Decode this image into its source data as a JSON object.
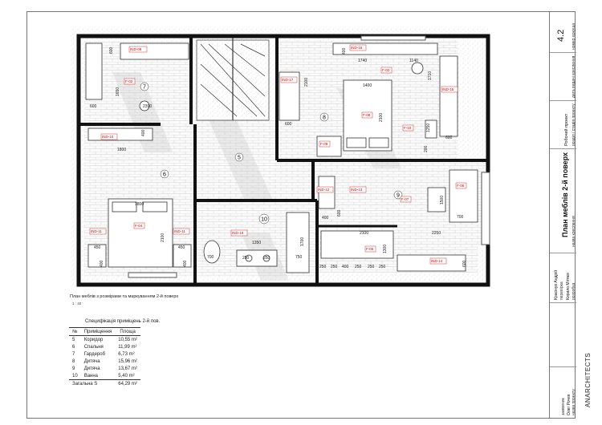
{
  "sheet": {
    "sheet_number_label": "номер аркуша",
    "sheet_number": "4.2",
    "stage_label": "дата видачі креслення",
    "section_label": "розділ / стадія проекту",
    "section_value": "Робочий проект",
    "drawing_name_label": "назва креслення",
    "drawing_name": "План меблів 2-й поверх",
    "developer_label": "розробка",
    "developer_name": "Кирило Мітяєв",
    "checked_label": "перевірка",
    "checked_name": "Красінув Андрій",
    "project_label": "назва проекту",
    "project_name": "Олег Рочев",
    "customer_label": "замовник",
    "brand": "ANARCHITECTS"
  },
  "plan": {
    "caption": "План меблів з розмірами та маркуванням 2-й поверх",
    "scale": "1 : 40",
    "rooms": [
      {
        "num": "5"
      },
      {
        "num": "6"
      },
      {
        "num": "7"
      },
      {
        "num": "8"
      },
      {
        "num": "9"
      },
      {
        "num": "10"
      }
    ],
    "tags": [
      "IND-09",
      "F-02",
      "IND-10",
      "IND-11",
      "F-04",
      "IND-11",
      "IND-16",
      "F-02",
      "IND-15",
      "IND-17",
      "F-08",
      "F-10",
      "F-09",
      "IND-12",
      "IND-13",
      "F-07",
      "F-06",
      "IND-18",
      "F-05",
      "IND-14"
    ],
    "dims": [
      "600",
      "1650",
      "600",
      "2390",
      "400",
      "1800",
      "1800",
      "2100",
      "450",
      "450",
      "400",
      "400",
      "400",
      "1740",
      "1140",
      "1710",
      "2100",
      "1400",
      "600",
      "2100",
      "1250",
      "600",
      "200",
      "1500",
      "700",
      "2250",
      "2100",
      "1300",
      "400",
      "600",
      "1350",
      "1700",
      "700",
      "250",
      "250",
      "750",
      "250",
      "250",
      "400",
      "250",
      "250",
      "250",
      "600"
    ]
  },
  "spec": {
    "title": "Специфікація приміщень 2-й пов.",
    "headers": [
      "№",
      "Приміщення",
      "Площа"
    ],
    "rows": [
      [
        "5",
        "Коридор",
        "10,55 m²"
      ],
      [
        "6",
        "Спальня",
        "11,99 m²"
      ],
      [
        "7",
        "Гардероб",
        "6,73 m²"
      ],
      [
        "8",
        "Дитяча",
        "15,96 m²"
      ],
      [
        "9",
        "Дитяча",
        "13,67 m²"
      ],
      [
        "10",
        "Ванна",
        "5,40 m²"
      ]
    ],
    "total_label": "Загальна S",
    "total_value": "64,29 m²"
  }
}
